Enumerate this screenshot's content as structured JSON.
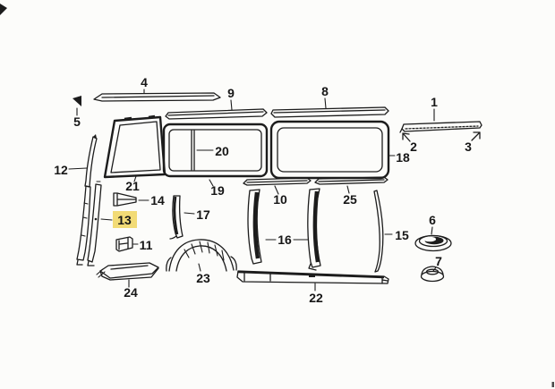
{
  "diagram": {
    "background_color": "#fcfcfa",
    "line_color": "#1c1c1c",
    "highlight": {
      "part": "13",
      "color": "#f2db76"
    },
    "parts": {
      "1": "1",
      "2": "2",
      "3": "3",
      "4": "4",
      "5": "5",
      "6": "6",
      "7": "7",
      "8": "8",
      "9": "9",
      "10": "10",
      "11": "11",
      "12": "12",
      "13": "13",
      "14": "14",
      "15": "15",
      "16": "16",
      "17": "17",
      "18": "18",
      "19": "19",
      "20": "20",
      "21": "21",
      "22": "22",
      "23": "23",
      "24": "24",
      "25": "25"
    }
  }
}
